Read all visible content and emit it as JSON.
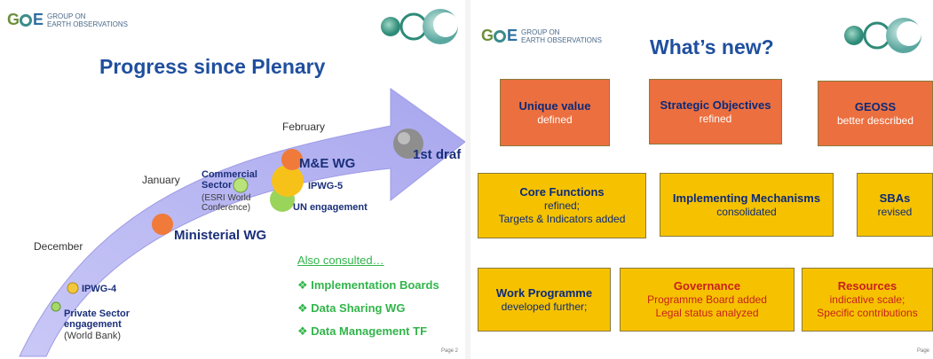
{
  "left_slide": {
    "logo": {
      "letters": [
        "G",
        "E"
      ],
      "text_line1": "GROUP ON",
      "text_line2": "EARTH OBSERVATIONS"
    },
    "title": "Progress since Plenary",
    "months": {
      "december": "December",
      "january": "January",
      "february": "February"
    },
    "events": {
      "ipwg4": "IPWG-4",
      "private_sector": [
        "Private Sector",
        "engagement"
      ],
      "private_sector_sub": "(World Bank)",
      "ministerial": "Ministerial WG",
      "commercial": [
        "Commercial",
        "Sector"
      ],
      "commercial_sub": [
        "(ESRI World",
        "Conference)"
      ],
      "me_wg": "M&E WG",
      "ipwg5": "IPWG-5",
      "un_engagement": "UN engagement",
      "first_draft": "1st draf"
    },
    "consulted": {
      "heading": "Also consulted…",
      "items": [
        "❖ Implementation Boards",
        "❖ Data Sharing WG",
        "❖ Data Management TF"
      ]
    },
    "page": "Page 2",
    "colors": {
      "arrow": "#b9b8f0",
      "title": "#1f4f9e",
      "green_text": "#31b54a"
    }
  },
  "right_slide": {
    "logo": {
      "letters": [
        "G",
        "E"
      ],
      "text_line1": "GROUP ON",
      "text_line2": "EARTH OBSERVATIONS"
    },
    "title": "What’s new?",
    "boxes_row1": [
      {
        "title": "Unique value",
        "sub": "defined"
      },
      {
        "title": "Strategic Objectives",
        "sub": "refined"
      },
      {
        "title": "GEOSS",
        "sub": "better described"
      }
    ],
    "boxes_row2": [
      {
        "title": "Core Functions",
        "sub": [
          "refined;",
          "Targets & Indicators added"
        ]
      },
      {
        "title": "Implementing Mechanisms",
        "sub": "consolidated"
      },
      {
        "title": "SBAs",
        "sub": "revised"
      }
    ],
    "boxes_row3": [
      {
        "title": "Work Programme",
        "sub": "developed further;"
      },
      {
        "title": "Governance",
        "sub": [
          "Programme Board added",
          "Legal status analyzed"
        ]
      },
      {
        "title": "Resources",
        "sub": [
          "indicative scale;",
          "Specific contributions"
        ]
      }
    ],
    "page": "Page",
    "colors": {
      "orange_box": "#ec6f3f",
      "yellow_box": "#f6c200",
      "title": "#1f4f9e",
      "red_text": "#c8201f"
    }
  }
}
